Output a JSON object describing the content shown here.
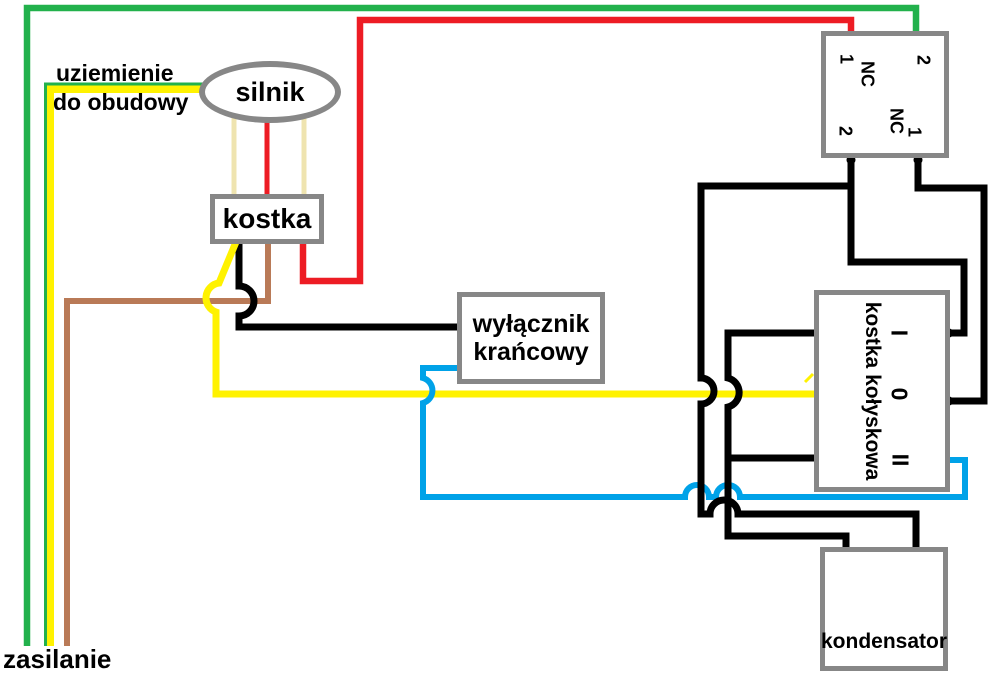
{
  "labels": {
    "ground_line1": "uziemienie",
    "ground_line2": "do obudowy",
    "power": "zasilanie"
  },
  "components": {
    "motor": "silnik",
    "terminal_block": "kostka",
    "limit_switch_line1": "wyłącznik",
    "limit_switch_line2": "krańcowy",
    "rocker_block": "kostka kołyskowa",
    "capacitor": "kondensator"
  },
  "relay_labels": {
    "tl_num": "1",
    "tl_tag": "NC",
    "tr_num": "2",
    "bl_num": "2",
    "br_tag": "NC",
    "br_num": "1"
  },
  "rocker_positions": {
    "pos1": "I",
    "pos0": "0",
    "pos2": "II"
  },
  "colors": {
    "green": "#22b14c",
    "yellow": "#fff200",
    "red": "#ed1c24",
    "brown": "#b97a57",
    "blue": "#00a2e8",
    "black": "#000000",
    "beige": "#efe4b0",
    "box_border": "#878787"
  }
}
